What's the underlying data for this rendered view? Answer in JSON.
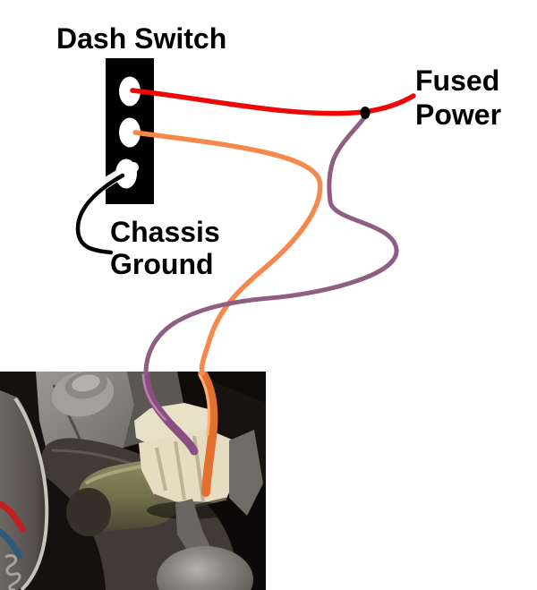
{
  "title": "Dash Switch",
  "labels": {
    "fused_power": "Fused\nPower",
    "chassis_ground": "Chassis\nGround"
  },
  "colors": {
    "background": "#ffffff",
    "text": "#000000",
    "switch_body": "#000000",
    "terminal_hole": "#ffffff",
    "red_wire": "#ee0707",
    "orange_wire": "#f5884a",
    "purple_wire": "#8e5f80",
    "black_wire": "#000000",
    "junction_dot": "#000000"
  },
  "photo_colors": {
    "carpet": "#141110",
    "purple_wire": "#8a4e80",
    "orange_wire": "#e2702f",
    "switch_cylinder": "#7d7b54",
    "connector": "#e9e0c8",
    "metal": "#8d8a86",
    "red_wire": "#c52020",
    "blue_wire": "#2f5a78"
  }
}
